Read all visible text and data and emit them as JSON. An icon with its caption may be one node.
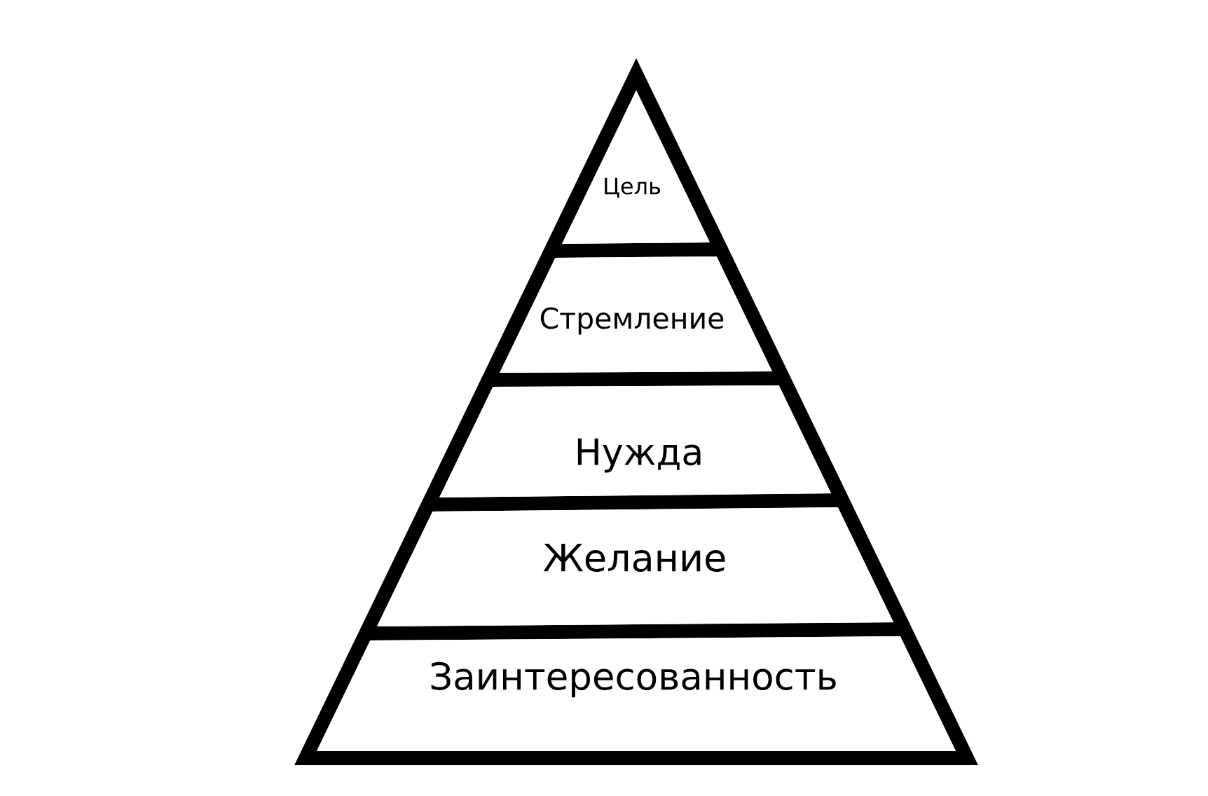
{
  "diagram": {
    "nodes": [
      {
        "text": [
          "Цель"
        ]
      },
      {
        "text": [
          "Стремление"
        ]
      },
      {
        "text": [
          "Нужда"
        ]
      },
      {
        "text": [
          "Желание"
        ]
      },
      {
        "text": [
          "Заинтересованность"
        ]
      }
    ]
  }
}
